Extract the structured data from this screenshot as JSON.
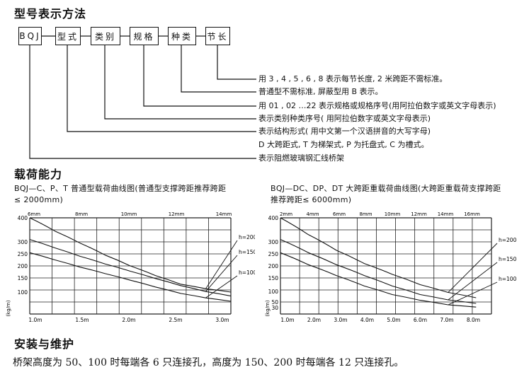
{
  "headings": {
    "model": "型号表示方法",
    "capacity": "载荷能力",
    "install": "安装与维护"
  },
  "model_boxes": [
    "BQJ",
    "型式",
    "类别",
    "规格",
    "种类",
    "节长"
  ],
  "descriptions": [
    "用 3 , 4 , 5 , 6 , 8 表示每节长度, 2 米跨距不需标准。",
    "普通型不需标准, 屏蔽型用 B 表示。",
    "用 01 , 02 …22 表示规格或规格序号(用阿拉伯数字或英文字母表示)",
    "表示类别种类序号( 用阿拉伯数字或英文字母表示)",
    "表示结构形式( 用中文第一个汉语拼音的大写字母)",
    "D 大跨距式, T 为梯架式, P 为托盘式, C 为槽式。",
    "表示阻燃玻璃钢汇线桥架"
  ],
  "chart_titles": {
    "left_line1": "BQJ—C、P、T 普通型载荷曲线图(普通型支撑跨距推荐跨距",
    "left_line2": "≤ 2000mm)",
    "right_line1": "BQJ—DC、DP、DT 大跨距重载荷曲线图(大跨距重载荷支撑跨距",
    "right_line2": "推荐跨距≤ 6000mm)"
  },
  "chart_data": [
    {
      "type": "line",
      "ylabel": "(kg/m)",
      "yticks": [
        100,
        150,
        200,
        250,
        300,
        400
      ],
      "top_ticks": [
        "6mm",
        "8mm",
        "10mm",
        "12mm",
        "14mm"
      ],
      "bottom_ticks": [
        "1.0m",
        "1.5m",
        "2.0m",
        "2.5m",
        "3.0m"
      ],
      "series": [
        {
          "name": "h=200",
          "points": [
            [
              0,
              400
            ],
            [
              0.25,
              345
            ],
            [
              0.5,
              295
            ],
            [
              0.75,
              245
            ],
            [
              1.0,
              200
            ],
            [
              1.25,
              160
            ],
            [
              1.5,
              128
            ],
            [
              1.75,
              112
            ],
            [
              2.0,
              100
            ]
          ]
        },
        {
          "name": "h=150",
          "points": [
            [
              0,
              310
            ],
            [
              0.25,
              275
            ],
            [
              0.5,
              240
            ],
            [
              0.75,
              208
            ],
            [
              1.0,
              178
            ],
            [
              1.25,
              148
            ],
            [
              1.5,
              123
            ],
            [
              1.75,
              102
            ],
            [
              2.0,
              85
            ]
          ]
        },
        {
          "name": "h=100",
          "points": [
            [
              0,
              255
            ],
            [
              0.25,
              225
            ],
            [
              0.5,
              195
            ],
            [
              0.75,
              168
            ],
            [
              1.0,
              142
            ],
            [
              1.25,
              118
            ],
            [
              1.5,
              95
            ],
            [
              1.75,
              78
            ],
            [
              2.0,
              65
            ]
          ]
        }
      ]
    },
    {
      "type": "line",
      "ylabel": "(kg/m)",
      "yticks": [
        30,
        50,
        100,
        150,
        200,
        250,
        300,
        400
      ],
      "top_ticks": [
        "2mm",
        "4mm",
        "6mm",
        "8mm",
        "10mm",
        "12mm",
        "14mm",
        "16mm"
      ],
      "bottom_ticks": [
        "1.0m",
        "2.0m",
        "3.0m",
        "4.0m",
        "5.0m",
        "6.0m",
        "7.0m",
        "8.0m"
      ],
      "series": [
        {
          "name": "h=200",
          "points": [
            [
              0,
              400
            ],
            [
              1,
              330
            ],
            [
              2,
              265
            ],
            [
              3,
              210
            ],
            [
              4,
              165
            ],
            [
              5,
              125
            ],
            [
              6,
              95
            ],
            [
              7,
              70
            ]
          ]
        },
        {
          "name": "h=150",
          "points": [
            [
              0,
              310
            ],
            [
              1,
              255
            ],
            [
              2,
              205
            ],
            [
              3,
              160
            ],
            [
              4,
              120
            ],
            [
              5,
              85
            ],
            [
              6,
              60
            ],
            [
              7,
              45
            ]
          ]
        },
        {
          "name": "h=100",
          "points": [
            [
              0,
              255
            ],
            [
              1,
              205
            ],
            [
              2,
              160
            ],
            [
              3,
              120
            ],
            [
              4,
              85
            ],
            [
              5,
              58
            ],
            [
              6,
              40
            ],
            [
              7,
              32
            ]
          ]
        }
      ]
    }
  ],
  "install_text": "桥架高度为 50、100 时每端各 6 只连接孔，高度为 150、200 时每端各 12 只连接孔。"
}
